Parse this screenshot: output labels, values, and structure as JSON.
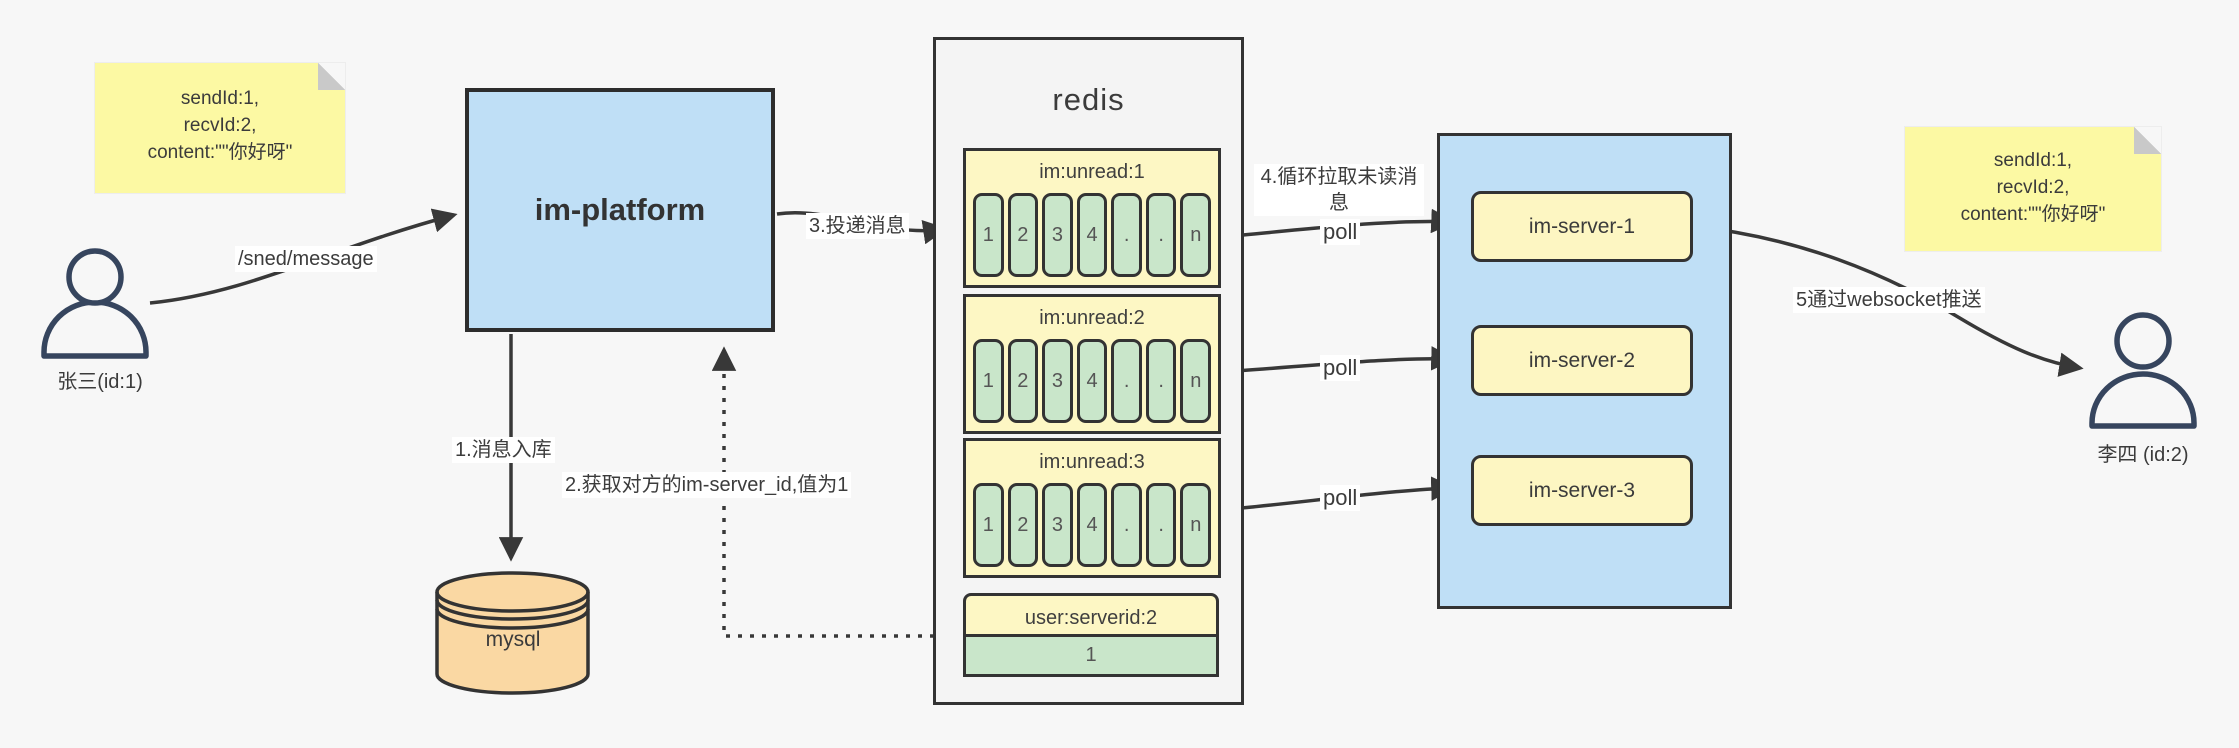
{
  "notes": {
    "left": {
      "line1": "sendId:1,",
      "line2": "recvId:2,",
      "line3": "content:\"\"你好呀\""
    },
    "right": {
      "line1": "sendId:1,",
      "line2": "recvId:2,",
      "line3": "content:\"\"你好呀\""
    }
  },
  "actors": {
    "sender": {
      "label": "张三(id:1)"
    },
    "receiver": {
      "label": "李四 (id:2)"
    }
  },
  "platform": {
    "label": "im-platform"
  },
  "database": {
    "label": "mysql"
  },
  "redis": {
    "title": "redis",
    "queues": [
      {
        "name": "im:unread:1",
        "cells": [
          "1",
          "2",
          "3",
          "4",
          ".",
          ".",
          "n"
        ]
      },
      {
        "name": "im:unread:2",
        "cells": [
          "1",
          "2",
          "3",
          "4",
          ".",
          ".",
          "n"
        ]
      },
      {
        "name": "im:unread:3",
        "cells": [
          "1",
          "2",
          "3",
          "4",
          ".",
          ".",
          "n"
        ]
      }
    ],
    "kv": {
      "key": "user:serverid:2",
      "value": "1"
    }
  },
  "cluster": {
    "servers": [
      {
        "label": "im-server-1"
      },
      {
        "label": "im-server-2"
      },
      {
        "label": "im-server-3"
      }
    ]
  },
  "edges": {
    "send_label": "/sned/message",
    "step1_label": "1.消息入库",
    "step2_label": "2.获取对方的im-server_id,值为1",
    "step3_label": "3.投递消息",
    "step4_label": "4.循环拉取未读消息",
    "poll_label": "poll",
    "step5_label": "5通过websocket推送"
  },
  "colors": {
    "background": "#f7f7f7",
    "blue": "#bfdff6",
    "note_yellow": "#fcf9a3",
    "box_yellow": "#fdf6c2",
    "green": "#c9e6ca",
    "orange": "#fad8a3",
    "line": "#383838"
  }
}
